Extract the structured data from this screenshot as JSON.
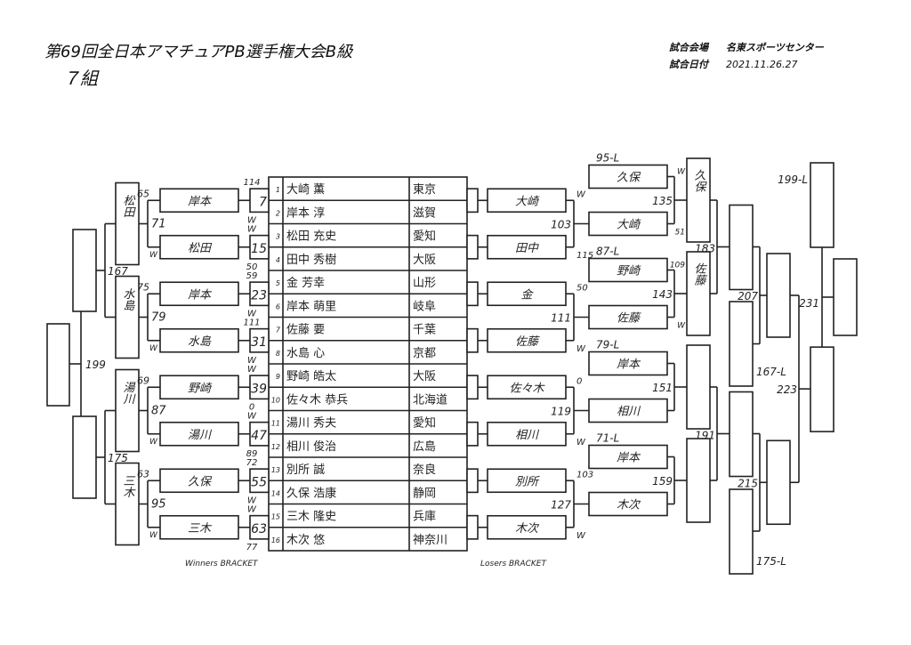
{
  "header": {
    "title": "第69回全日本アマチュアPB選手権大会B級",
    "group": "７組",
    "venue_label": "試合会場",
    "venue": "名東スポーツセンター",
    "date_label": "試合日付",
    "date": "2021.11.26.27"
  },
  "players": [
    {
      "no": "1",
      "name": "大崎 薫",
      "pref": "東京"
    },
    {
      "no": "2",
      "name": "岸本 淳",
      "pref": "滋賀"
    },
    {
      "no": "3",
      "name": "松田 充史",
      "pref": "愛知"
    },
    {
      "no": "4",
      "name": "田中 秀樹",
      "pref": "大阪"
    },
    {
      "no": "5",
      "name": "金 芳幸",
      "pref": "山形"
    },
    {
      "no": "6",
      "name": "岸本 萌里",
      "pref": "岐阜"
    },
    {
      "no": "7",
      "name": "佐藤 要",
      "pref": "千葉"
    },
    {
      "no": "8",
      "name": "水島 心",
      "pref": "京都"
    },
    {
      "no": "9",
      "name": "野崎 皓太",
      "pref": "大阪"
    },
    {
      "no": "10",
      "name": "佐々木 恭兵",
      "pref": "北海道"
    },
    {
      "no": "11",
      "name": "湯川 秀夫",
      "pref": "愛知"
    },
    {
      "no": "12",
      "name": "相川 俊治",
      "pref": "広島"
    },
    {
      "no": "13",
      "name": "別所 誠",
      "pref": "奈良"
    },
    {
      "no": "14",
      "name": "久保 浩康",
      "pref": "静岡"
    },
    {
      "no": "15",
      "name": "三木 隆史",
      "pref": "兵庫"
    },
    {
      "no": "16",
      "name": "木次 悠",
      "pref": "神奈川"
    }
  ],
  "winners": {
    "r1": [
      {
        "match": "7",
        "top": "114",
        "bottom": "W"
      },
      {
        "match": "15",
        "top": "W",
        "bottom": "50"
      },
      {
        "match": "23",
        "top": "59",
        "bottom": "W"
      },
      {
        "match": "31",
        "top": "111",
        "bottom": "W"
      },
      {
        "match": "39",
        "top": "W",
        "bottom": "0"
      },
      {
        "match": "47",
        "top": "W",
        "bottom": "89"
      },
      {
        "match": "55",
        "top": "72",
        "bottom": "W"
      },
      {
        "match": "63",
        "top": "W",
        "bottom": "77"
      }
    ],
    "r2_names": [
      "岸本",
      "松田",
      "岸本",
      "水島",
      "野崎",
      "湯川",
      "久保",
      "三木"
    ],
    "r2_pairs": [
      {
        "top": "65",
        "match": "71",
        "bottom": "W"
      },
      {
        "top": "75",
        "match": "79",
        "bottom": "W"
      },
      {
        "top": "69",
        "match": "87",
        "bottom": "W"
      },
      {
        "top": "63",
        "match": "95",
        "bottom": "W"
      }
    ],
    "r3_names": [
      "松田",
      "水島",
      "湯川",
      "三木"
    ],
    "r3_matches": [
      "167",
      "175"
    ],
    "final_match": "199"
  },
  "losers": {
    "r1_names": [
      "大崎",
      "田中",
      "金",
      "佐藤",
      "佐々木",
      "相川",
      "別所",
      "木次"
    ],
    "r1_pairs": [
      {
        "top": "W",
        "match": "103",
        "bottom": "115"
      },
      {
        "top": "50",
        "match": "111",
        "bottom": "W"
      },
      {
        "top": "0",
        "match": "119",
        "bottom": "W"
      },
      {
        "top": "103",
        "match": "127",
        "bottom": "W"
      }
    ],
    "r2_names": [
      "久保",
      "大崎",
      "野崎",
      "佐藤",
      "岸本",
      "相川",
      "岸本",
      "木次"
    ],
    "r2_seeds": [
      "95-L",
      "87-L",
      "79-L",
      "71-L"
    ],
    "r2_pairs": [
      {
        "top": "W",
        "match": "135",
        "bottom": "51"
      },
      {
        "top": "109",
        "match": "143",
        "bottom": "W"
      },
      {
        "top": "",
        "match": "151",
        "bottom": ""
      },
      {
        "top": "",
        "match": "159",
        "bottom": ""
      }
    ],
    "r3_names": [
      "久保",
      "佐藤",
      "",
      ""
    ],
    "r3_matches": [
      "183",
      "191"
    ],
    "drop_167": "167-L",
    "drop_175": "175-L",
    "r4_matches": [
      "207",
      "215"
    ],
    "semi_match": "223",
    "drop_199": "199-L",
    "final_match": "231"
  },
  "footer": {
    "winners_label": "Winners BRACKET",
    "losers_label": "Losers BRACKET"
  }
}
